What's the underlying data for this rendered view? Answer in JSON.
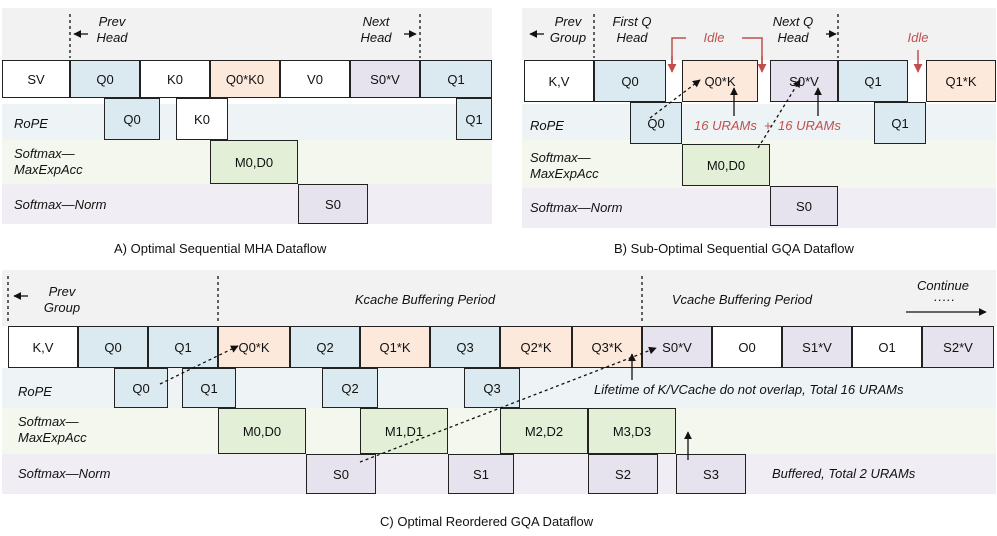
{
  "panel_a": {
    "caption": "A) Optimal Sequential MHA Dataflow",
    "header_prev": [
      "Prev",
      "Head"
    ],
    "header_next": [
      "Next",
      "Head"
    ],
    "main_row": [
      "SV",
      "Q0",
      "K0",
      "Q0*K0",
      "V0",
      "S0*V",
      "Q1"
    ],
    "rope_label": "RoPE",
    "rope_blocks": [
      "Q0",
      "K0",
      "Q1"
    ],
    "softmax_max_label": [
      "Softmax—",
      "MaxExpAcc"
    ],
    "softmax_max_blocks": [
      "M0,D0"
    ],
    "softmax_norm_label": "Softmax—Norm",
    "softmax_norm_blocks": [
      "S0"
    ]
  },
  "panel_b": {
    "caption": "B) Sub-Optimal Sequential GQA Dataflow",
    "header_prev": [
      "Prev",
      "Group"
    ],
    "header_first": [
      "First Q",
      "Head"
    ],
    "header_next": [
      "Next Q",
      "Head"
    ],
    "idle": "Idle",
    "main_row": [
      "K,V",
      "Q0",
      "Q0*K",
      "S0*V",
      "Q1",
      "Q1*K"
    ],
    "rope_label": "RoPE",
    "rope_blocks": [
      "Q0",
      "Q1"
    ],
    "urams_a": "16 URAMs",
    "urams_plus": "+",
    "urams_b": "16 URAMs",
    "softmax_max_label": [
      "Softmax—",
      "MaxExpAcc"
    ],
    "softmax_max_blocks": [
      "M0,D0"
    ],
    "softmax_norm_label": "Softmax—Norm",
    "softmax_norm_blocks": [
      "S0"
    ]
  },
  "panel_c": {
    "caption": "C) Optimal Reordered GQA Dataflow",
    "header_prev": [
      "Prev",
      "Group"
    ],
    "kcache_period": "Kcache Buffering Period",
    "vcache_period": "Vcache Buffering Period",
    "continue": "Continue",
    "ellipsis": "·····",
    "main_row": [
      "K,V",
      "Q0",
      "Q1",
      "Q0*K",
      "Q2",
      "Q1*K",
      "Q3",
      "Q2*K",
      "Q3*K",
      "S0*V",
      "O0",
      "S1*V",
      "O1",
      "S2*V"
    ],
    "rope_label": "RoPE",
    "rope_blocks": [
      "Q0",
      "Q1",
      "Q2",
      "Q3"
    ],
    "lifetime_note": "Lifetime of K/VCache do not overlap, Total 16 URAMs",
    "softmax_max_label": [
      "Softmax—",
      "MaxExpAcc"
    ],
    "softmax_max_blocks": [
      "M0,D0",
      "M1,D1",
      "M2,D2",
      "M3,D3"
    ],
    "softmax_norm_label": "Softmax—Norm",
    "softmax_norm_blocks": [
      "S0",
      "S1",
      "S2",
      "S3"
    ],
    "buffered_note": "Buffered, Total 2 URAMs"
  },
  "colors": {
    "blue_block": "#dbeaf0",
    "orange_block": "#fde9dc",
    "purple_block": "#e7e3ee",
    "green_block": "#e3efd6",
    "idle_red": "#c0504d"
  }
}
